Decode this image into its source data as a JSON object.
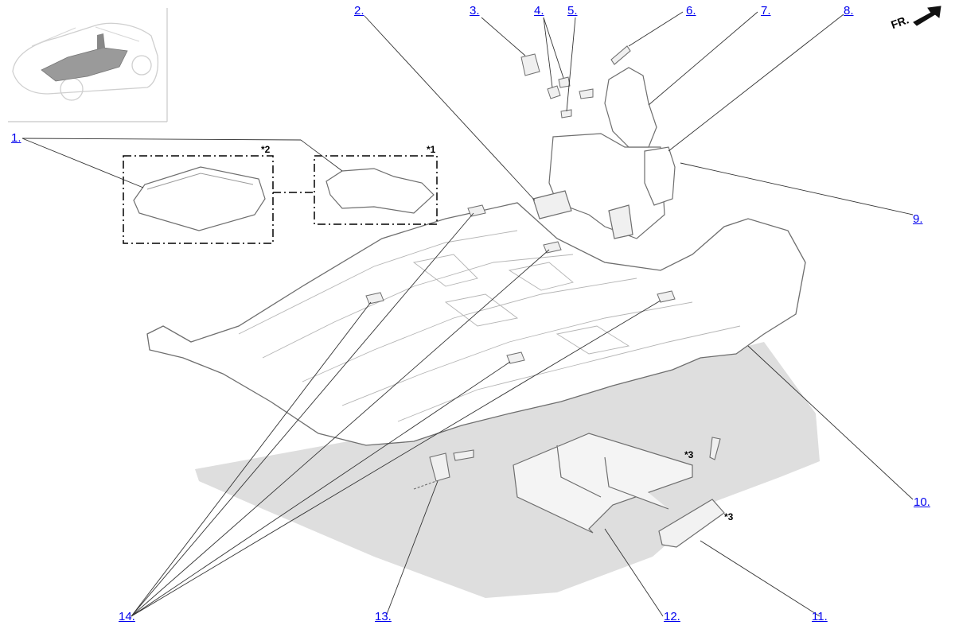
{
  "callouts": [
    {
      "label": "1."
    },
    {
      "label": "2."
    },
    {
      "label": "3."
    },
    {
      "label": "4."
    },
    {
      "label": "5."
    },
    {
      "label": "6."
    },
    {
      "label": "7."
    },
    {
      "label": "8."
    },
    {
      "label": "9."
    },
    {
      "label": "10."
    },
    {
      "label": "11."
    },
    {
      "label": "12."
    },
    {
      "label": "13."
    },
    {
      "label": "14."
    }
  ],
  "notes": [
    "*1",
    "*2",
    "*3"
  ],
  "direction_label": "FR.",
  "colors": {
    "link": "#0000ee",
    "outline": "#6e6e6e",
    "shadow": "#dedede",
    "leader": "#333333"
  }
}
